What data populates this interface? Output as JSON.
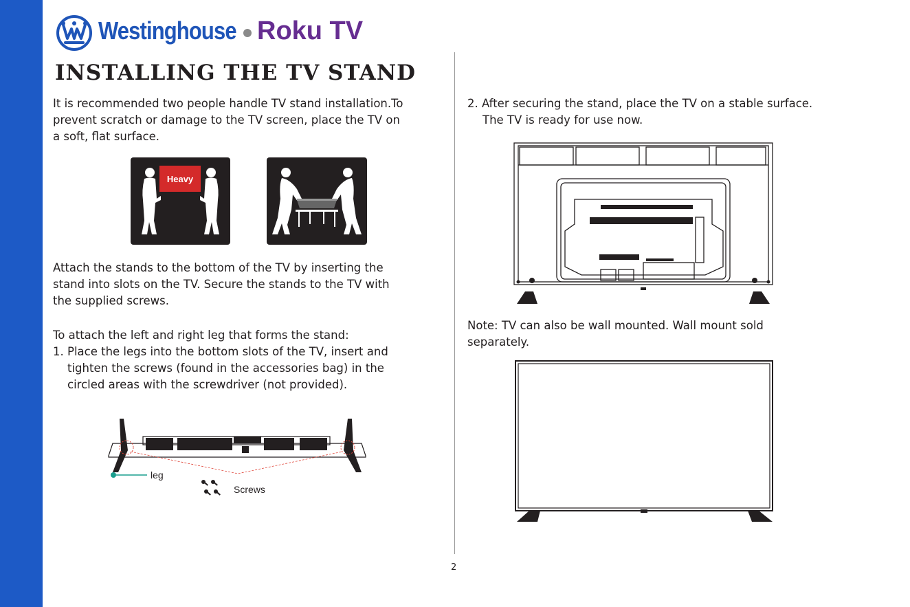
{
  "brand": {
    "westinghouse": "Westinghouse",
    "roku": "Roku TV"
  },
  "title": "INSTALLING THE TV STAND",
  "left": {
    "intro": [
      "It is recommended two people handle TV stand installation.To",
      "prevent scratch or damage to the TV screen,  place the TV on",
      "a soft, flat surface."
    ],
    "heavy_label": "Heavy",
    "attach": [
      "Attach the stands to the bottom of the TV by inserting the",
      "stand into slots on the TV.  Secure the stands to the TV with",
      "the supplied screws."
    ],
    "legs_intro": "To attach the left and right leg that forms the stand:",
    "step1": [
      "1. Place the legs into the bottom slots of the TV, insert and",
      "tighten the screws (found in the accessories bag) in the",
      "circled areas with the screwdriver (not provided)."
    ],
    "leg_label": "leg",
    "screws_label": "Screws"
  },
  "right": {
    "step2": [
      "2. After securing the stand, place the TV on a stable surface.",
      "The TV is ready for use now."
    ],
    "note": [
      "Note: TV can also be wall mounted. Wall mount sold",
      "separately."
    ]
  },
  "page_number": "2",
  "colors": {
    "sidebar": "#1d5ac6",
    "westinghouse": "#1f55b8",
    "roku": "#662d91",
    "heavy_box": "#d42a2a",
    "leg_marker": "#1a9e8e",
    "screw_line": "#e0463a"
  }
}
